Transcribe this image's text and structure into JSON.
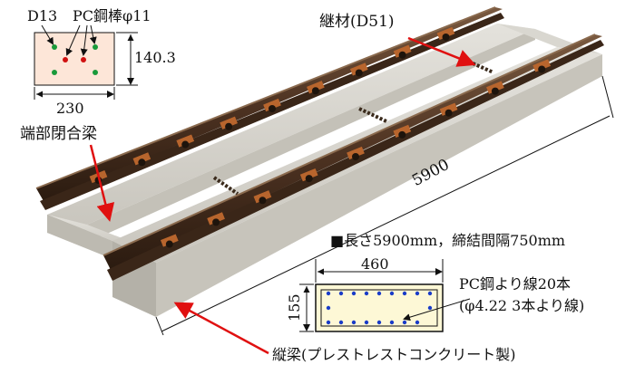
{
  "labels": {
    "d13": "D13",
    "pc_bar": "PC鋼棒φ11",
    "inset_height": "140.3",
    "inset_width": "230",
    "end_beam": "端部閉合梁",
    "tie": "継材(D51)",
    "length": "5900",
    "spec": "■長さ5900mm，締結間隔750mm",
    "section_width": "460",
    "section_height": "155",
    "strand_line1": "PC鋼より線20本",
    "strand_line2": "(φ4.22 3本より線)",
    "longitudinal_beam": "縦梁(プレストレストコンクリート製)"
  },
  "colors": {
    "concrete": "#d8d6cf",
    "concrete_shade": "#b9b6ad",
    "rail": "#5a3d28",
    "rail_dark": "#2f2016",
    "fastener": "#b8652d",
    "arrow": "#e01010",
    "section_fill": "#fdf8d6",
    "strand": "#1a3cc8",
    "inset_fill": "#fde6d8",
    "d13_dot": "#1a9a3a",
    "pc_dot": "#d01010"
  }
}
